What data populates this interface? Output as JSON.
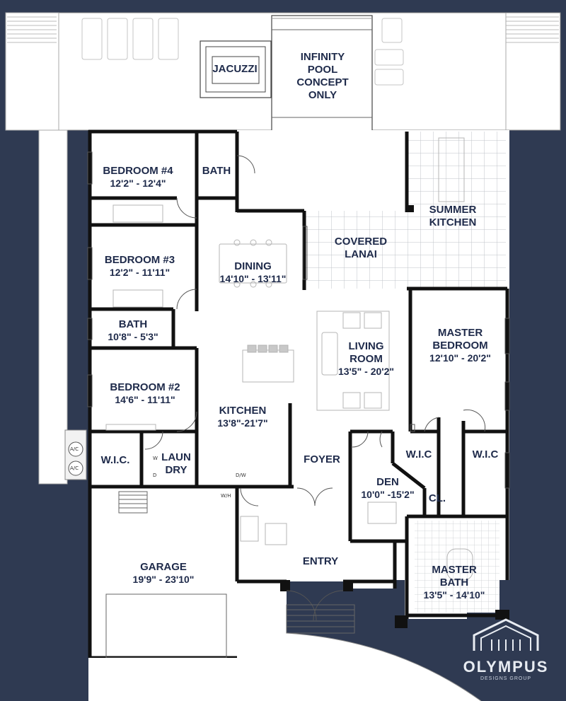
{
  "rooms": {
    "jacuzzi": {
      "name": "JACUZZI"
    },
    "pool": {
      "name_lines": [
        "INFINITY",
        "POOL",
        "CONCEPT",
        "ONLY"
      ]
    },
    "bedroom4": {
      "name": "BEDROOM #4",
      "dims": "12'2\" - 12'4\""
    },
    "bath_top": {
      "name": "BATH"
    },
    "summer_kitchen": {
      "name_lines": [
        "SUMMER",
        "KITCHEN"
      ]
    },
    "bedroom3": {
      "name": "BEDROOM #3",
      "dims": "12'2\" - 11'11\""
    },
    "covered_lanai": {
      "name_lines": [
        "COVERED",
        "LANAI"
      ]
    },
    "dining": {
      "name": "DINING",
      "dims": "14'10\" - 13'11\""
    },
    "bath_mid": {
      "name": "BATH",
      "dims": "10'8\" - 5'3\""
    },
    "living_room": {
      "name_lines": [
        "LIVING",
        "ROOM"
      ],
      "dims": "13'5\" - 20'2\""
    },
    "master_bedroom": {
      "name_lines": [
        "MASTER",
        "BEDROOM"
      ],
      "dims": "12'10\" - 20'2\""
    },
    "bedroom2": {
      "name": "BEDROOM #2",
      "dims": "14'6\" - 11'11\""
    },
    "kitchen": {
      "name": "KITCHEN",
      "dims": "13'8\"-21'7\""
    },
    "wic_left": {
      "name": "W.I.C."
    },
    "laundry": {
      "name_lines": [
        "LAUN",
        "DRY"
      ]
    },
    "foyer": {
      "name": "FOYER"
    },
    "wic_den": {
      "name": "W.I.C"
    },
    "wic_master": {
      "name": "W.I.C"
    },
    "den": {
      "name": "DEN",
      "dims": "10'0\" -15'2\""
    },
    "closet": {
      "name": "CL."
    },
    "garage": {
      "name": "GARAGE",
      "dims": "19'9\" - 23'10\""
    },
    "entry": {
      "name": "ENTRY"
    },
    "master_bath": {
      "name_lines": [
        "MASTER",
        "BATH"
      ],
      "dims": "13'5\" - 14'10\""
    }
  },
  "fixtures": {
    "ac_units": [
      "A/C",
      "A/C"
    ],
    "water_heater": "W/H",
    "dishwasher": "D/W",
    "washer": "W",
    "dryer": "D"
  },
  "brand": {
    "name": "OLYMPUS",
    "tagline": "DESIGNS GROUP"
  },
  "colors": {
    "background": "#2f3a52",
    "wall": "#111111",
    "floor": "#ffffff",
    "label": "#1e2a4a",
    "tile": "#bfc3c8"
  }
}
